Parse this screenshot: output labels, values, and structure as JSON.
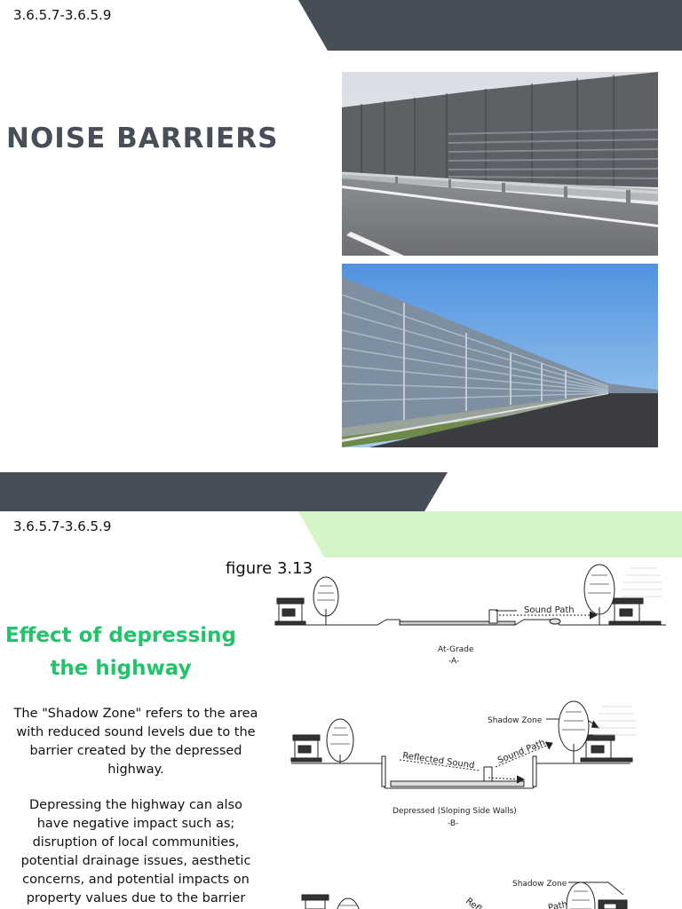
{
  "page1": {
    "section_code": "3.6.5.7-3.6.5.9",
    "title": "NOISE BARRIERS",
    "photos": [
      "noise-barrier-photo-highway",
      "noise-barrier-photo-long-wall"
    ]
  },
  "page2": {
    "section_code": "3.6.5.7-3.6.5.9",
    "figure_caption": "figure 3.13",
    "heading_line1": "Effect of depressing",
    "heading_line2": "the highway",
    "paragraph1": "The \"Shadow Zone\" refers to the area with reduced sound levels due to the barrier created by the depressed highway.",
    "paragraph2": "Depressing the highway can also have negative impact such as; disruption of local communities, potential drainage issues, aesthetic concerns, and potential impacts on property values due to the barrier",
    "diagram": {
      "label_sound_path": "Sound Path",
      "label_at_grade": "At-Grade",
      "label_a": "-A-",
      "label_shadow_zone": "Shadow Zone",
      "label_reflected_sound": "Reflected Sound",
      "label_depressed": "Depressed (Sloping Side Walls)",
      "label_b": "-B-",
      "label_sound_path_2": "Sound Path",
      "label_shadow_zone_2": "Shadow Zone",
      "label_reflected_sound_2": "Reflected Sound",
      "label_path_3": "Path"
    }
  },
  "colors": {
    "dark_band": "#474e57",
    "green_band": "#d6f5c6",
    "heading_green": "#21c36b"
  }
}
